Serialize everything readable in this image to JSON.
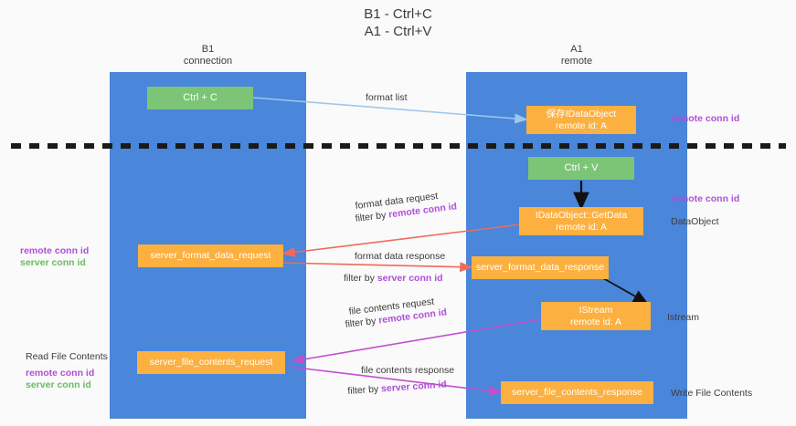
{
  "title": "B1 - Ctrl+C\nA1 - Ctrl+V",
  "columns": [
    {
      "label": "B1\nconnection",
      "name": "column-header-b1"
    },
    {
      "label": "A1\nremote",
      "name": "column-header-a1"
    }
  ],
  "colors": {
    "lane": "#4a86d9",
    "green_node": "#7cc576",
    "orange_node": "#fcb040",
    "purple_text": "#b04fd8",
    "green_text": "#6aba63",
    "arrow_blue": "#9cc7ee",
    "arrow_red": "#ef6a5e",
    "arrow_magenta": "#c14fd0",
    "arrow_black": "#111111",
    "divider": "#1a1a1a",
    "background": "#fafafa"
  },
  "nodes": {
    "ctrl_c": {
      "line1": "Ctrl + C",
      "line2": ""
    },
    "save_idataobject": {
      "line1": "保存IDataObject",
      "line2": "remote id: A"
    },
    "ctrl_v": {
      "line1": "Ctrl + V",
      "line2": ""
    },
    "getdata": {
      "line1": "IDataObject::GetData",
      "line2": "remote id: A"
    },
    "server_format_data_request": {
      "line1": "server_format_data_request",
      "line2": ""
    },
    "server_format_data_response": {
      "line1": "server_format_data_response",
      "line2": ""
    },
    "istream": {
      "line1": "IStream",
      "line2": "remote id: A"
    },
    "server_file_contents_request": {
      "line1": "server_file_contents_request",
      "line2": ""
    },
    "server_file_contents_response": {
      "line1": "server_file_contents_response",
      "line2": ""
    }
  },
  "edges": {
    "format_list": "format list",
    "format_data_request": "format data request",
    "format_data_request_filter_prefix": "filter by ",
    "format_data_request_filter_key": "remote conn id",
    "format_data_response": "format data response",
    "format_data_response_filter_prefix": "filter by ",
    "format_data_response_filter_key": "server conn id",
    "file_contents_request": "file contents request",
    "file_contents_request_filter_prefix": "filter by ",
    "file_contents_request_filter_key": "remote conn id",
    "file_contents_response": "file contents response",
    "file_contents_response_filter_prefix": "filter by ",
    "file_contents_response_filter_key": "server conn id"
  },
  "side_labels": {
    "right_remote_conn_id_1": "remote conn id",
    "right_remote_conn_id_2": "remote conn id",
    "dataobject": "DataObject",
    "istream": "Istream",
    "write_file_contents": "Write File Contents",
    "left_remote_conn_id": "remote conn id",
    "left_server_conn_id": "server conn id",
    "read_file_contents": "Read File Contents",
    "left_remote_conn_id_2": "remote conn id",
    "left_server_conn_id_2": "server conn id"
  }
}
